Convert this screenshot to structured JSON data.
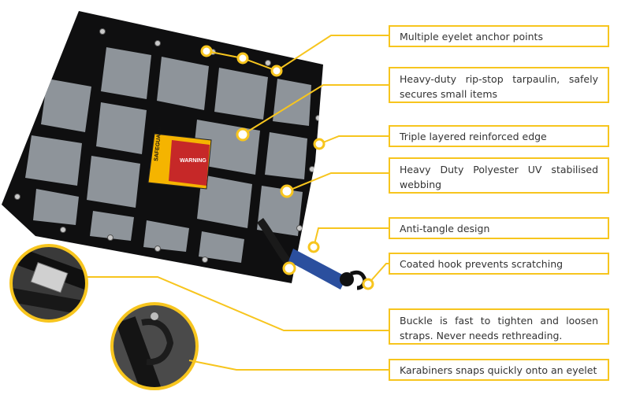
{
  "callouts": [
    "Multiple eyelet anchor points",
    "Heavy-duty rip-stop tarpaulin, safely secures small items",
    "Triple layered reinforced edge",
    "Heavy Duty Polyester UV stabilised webbing",
    "Anti-tangle design",
    "Coated hook prevents scratching",
    "Buckle is fast to tighten and loosen straps. Never needs rethreading.",
    "Karabiners snaps quickly onto an eyelet"
  ],
  "product_label": {
    "brand": "SAFEGUARD",
    "warning": "WARNING"
  },
  "colors": {
    "accent": "#f7c51e",
    "net": "#111111",
    "tarp": "#8e949a",
    "strap": "#2b4f9e"
  }
}
